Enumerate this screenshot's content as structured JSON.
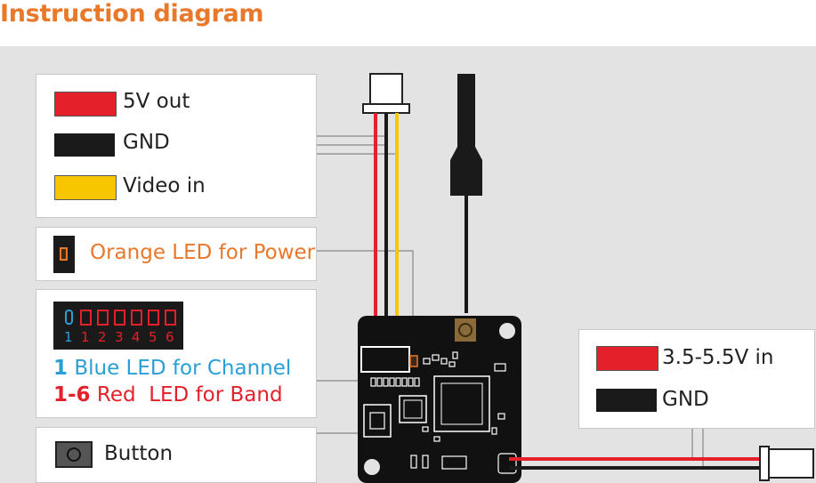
{
  "title": "Instruction diagram",
  "legend_top": {
    "items": [
      {
        "label": "5V out",
        "color": "#e4202a"
      },
      {
        "label": "GND",
        "color": "#1a1a1a"
      },
      {
        "label": "Video in",
        "color": "#f7c600"
      }
    ]
  },
  "power_led": {
    "label": "Orange LED for Power",
    "color": "#e8782a"
  },
  "channel_leds": {
    "digits": [
      "1",
      "1",
      "2",
      "3",
      "4",
      "5",
      "6"
    ],
    "blue_line": {
      "num": "1",
      "text": "Blue LED for Channel",
      "color": "#2a9fd6"
    },
    "red_line": {
      "num": "1-6",
      "text": "Red  LED for Band",
      "color": "#e4202a"
    }
  },
  "button": {
    "label": "Button"
  },
  "legend_right": {
    "items": [
      {
        "label": "3.5-5.5V in",
        "color": "#e4202a"
      },
      {
        "label": "GND",
        "color": "#1a1a1a"
      }
    ]
  }
}
